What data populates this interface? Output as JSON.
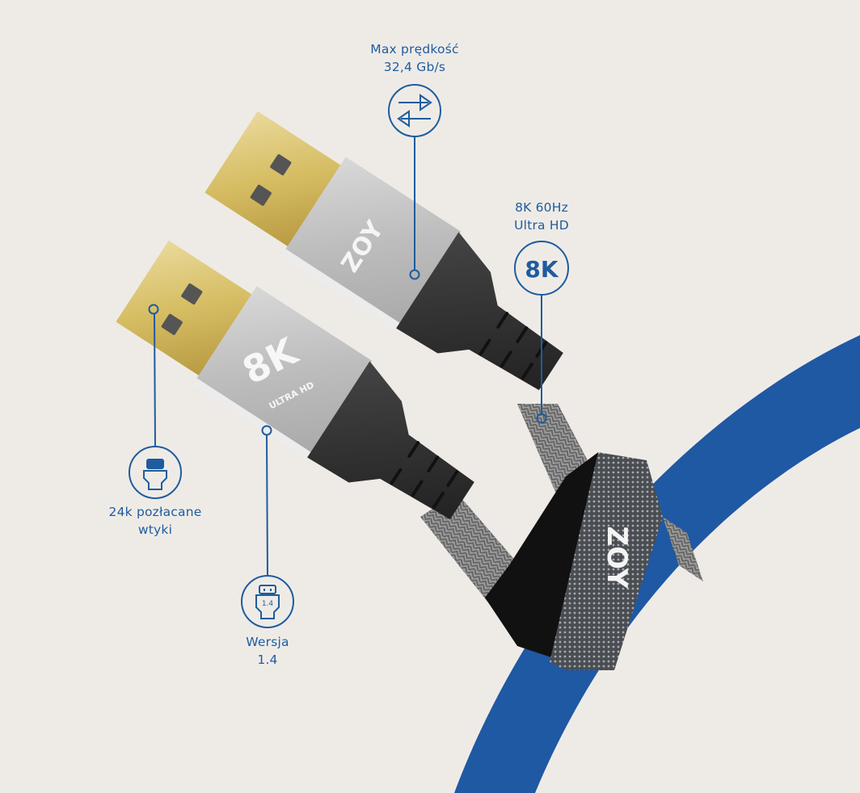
{
  "colors": {
    "background": "#eeebe7",
    "accent_blue": "#1f58a3",
    "callout_blue": "#1f5c9e",
    "gold": "#d8c06a",
    "silver": "#c9c9c9",
    "black_boot": "#2b2b2b",
    "braid": "#8c8c8c"
  },
  "callouts": [
    {
      "id": "speed",
      "line1": "Max prędkość",
      "line2": "32,4 Gb/s",
      "icon": "bidirectional-arrows-icon"
    },
    {
      "id": "resolution",
      "line1": "8K 60Hz",
      "line2": "Ultra HD",
      "icon": "8k-badge-icon",
      "badge_text": "8K"
    },
    {
      "id": "gold_plated",
      "line1": "24k pozłacane",
      "line2": "wtyki",
      "icon": "gold-connector-icon"
    },
    {
      "id": "version",
      "line1": "Wersja",
      "line2": "1.4",
      "icon": "connector-version-icon",
      "badge_text": "1.4"
    }
  ],
  "product": {
    "brand": "ZOY",
    "connector_label_big": "8K",
    "connector_label_small": "ULTRA HD",
    "strap_brand": "ZOY"
  }
}
